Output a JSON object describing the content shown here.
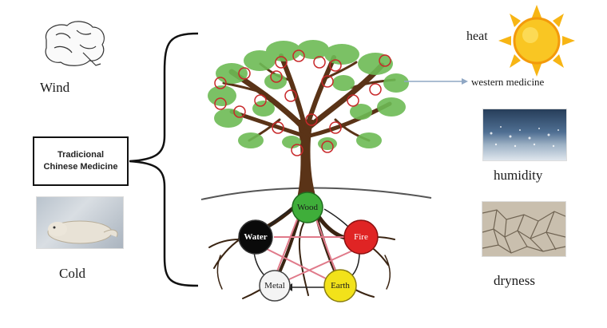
{
  "left": {
    "wind": "Wind",
    "cold": "Cold",
    "tcm_line1": "Tradicional",
    "tcm_line2": "Chinese Medicine"
  },
  "right": {
    "heat": "heat",
    "western": "western medicine",
    "humidity": "humidity",
    "dryness": "dryness"
  },
  "elements": {
    "wood": "Wood",
    "fire": "Fire",
    "earth": "Earth",
    "metal": "Metal",
    "water": "Water"
  },
  "colors": {
    "wood": "#3fae3a",
    "fire": "#e02424",
    "earth": "#f2e21a",
    "metal": "#f4f4f4",
    "water": "#0a0a0a",
    "trunk": "#5a3317",
    "leaves": "#6dbb55",
    "arrow": "#8fa7c4",
    "sun": "#f7b514"
  }
}
